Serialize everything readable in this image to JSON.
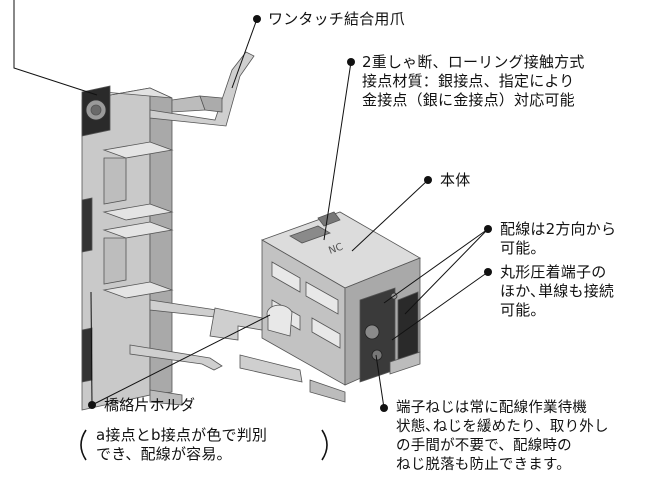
{
  "callouts": {
    "claw": {
      "text": "ワンタッチ結合用爪"
    },
    "contact": {
      "lines": [
        "2重しゃ断、ローリング接触方式",
        "接点材質：銀接点、指定により",
        "金接点（銀に金接点）対応可能"
      ]
    },
    "body": {
      "text": "本体"
    },
    "wiring": {
      "lines": [
        "配線は2方向から",
        "可能。"
      ]
    },
    "terminal": {
      "lines": [
        "丸形圧着端子の",
        "ほか､単線も接続",
        "可能。"
      ]
    },
    "screw": {
      "lines": [
        "端子ねじは常に配線作業待機",
        "状態､ねじを緩めたり、取り外し",
        "の手間が不要で、配線時の",
        "ねじ脱落も防止できます。"
      ]
    },
    "holder": {
      "title": "橋絡片ホルダ",
      "lines": [
        "a接点とb接点が色で判別",
        "でき、配線が容易。"
      ]
    }
  },
  "colors": {
    "line": "#111111",
    "part_light": "#d6d6d6",
    "part_mid": "#bcbcbc",
    "part_dark": "#8e8e8e",
    "part_black": "#2a2a2a"
  }
}
